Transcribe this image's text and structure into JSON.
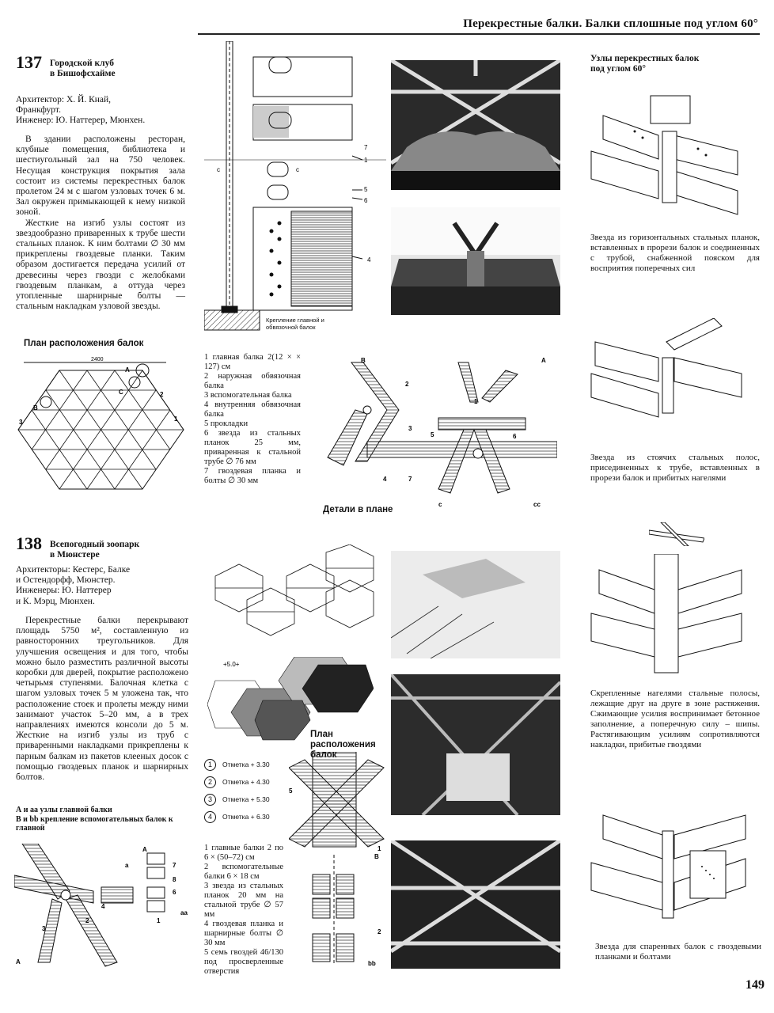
{
  "header": {
    "title": "Перекрестные балки. Балки сплошные под углом 60°"
  },
  "page_number": "149",
  "section137": {
    "number": "137",
    "title_l1": "Городской клуб",
    "title_l2": "в Бишофсхайме",
    "credits": [
      "Архитектор: Х. Й. Кнай,",
      "Франкфурт.",
      "Инженер: Ю. Наттерер, Мюнхен."
    ],
    "body": [
      "В здании расположены ресторан, клубные помещения, библиотека и шестиугольный зал на 750 человек. Несущая конструкция покрытия зала состоит из системы перекрестных балок пролетом 24 м с шагом узловых точек 6 м. Зал окружен примыкающей к нему низкой зоной.",
      "Жесткие на изгиб узлы состоят из звездообразно приваренных к трубе шести стальных планок. К ним болтами ∅ 30 мм прикреплены гвоздевые планки. Таким образом достигается передача усилий от древесины через гвозди с желобками гвоздевым планкам, а оттуда через утопленные шарнирные болты — стальным накладкам узловой звезды."
    ],
    "plan_caption": "План расположения балок",
    "plan_dim": "2400",
    "plan_labels": [
      "A",
      "B",
      "C",
      "1",
      "2",
      "3"
    ],
    "section_caption": "Крепление главной и обвязочной балок",
    "section_labels": [
      "1",
      "7",
      "5",
      "6",
      "4",
      "c",
      "c"
    ],
    "legend": [
      "1 главная балка 2(12 × × 127) см",
      "2 наружная обвязочная балка",
      "3 вспомогательная балка",
      "4 внутренняя обвязочная балка",
      "5 прокладки",
      "6 звезда из стальных планок 25 мм, приваренная к стальной трубе ∅ 76 мм",
      "7 гвоздевая планка и болты ∅ 30 мм"
    ],
    "details_caption": "Детали в плане",
    "details_labels": [
      "B",
      "A",
      "c",
      "cc",
      "1",
      "2",
      "3",
      "4",
      "5",
      "6",
      "7"
    ]
  },
  "section138": {
    "number": "138",
    "title_l1": "Всепогодный зоопарк",
    "title_l2": "в Мюнстере",
    "credits": [
      "Архитекторы: Кестерс, Балке",
      "и Остендорфф, Мюнстер.",
      "Инженеры: Ю. Наттерер",
      "и К. Мэрц, Мюнхен."
    ],
    "body": "Перекрестные балки перекрывают площадь 5750 м², составленную из равносторонних треугольников. Для улучшения освещения и для того, чтобы можно было разместить различной высоты коробки для дверей, покрытие расположено четырьмя ступенями. Балочная клетка с шагом узловых точек 5 м уложена так, что расположение стоек и пролеты между ними занимают участок 5–20 мм, а в трех направлениях имеются консоли до 5 м. Жесткие на изгиб узлы из труб с приваренными накладками прикреплены к парным балкам из пакетов клееных досок с помощью гвоздевых планок и шарнирных болтов.",
    "note": [
      "А и аа узлы главной балки",
      "В и bb крепление вспомогательных балок к главной"
    ],
    "plan_caption": "План расположения балок",
    "plan_mark": "+5.0+",
    "levels": [
      {
        "n": "1",
        "label": "Отметка + 3.30"
      },
      {
        "n": "2",
        "label": "Отметка + 4.30"
      },
      {
        "n": "3",
        "label": "Отметка + 5.30"
      },
      {
        "n": "4",
        "label": "Отметка + 6.30"
      }
    ],
    "legend": [
      "1 главные балки 2 по 6 × (50–72) см",
      "2 вспомогательные балки 6 × 18 см",
      "3 звезда из стальных планок 20 мм на стальной трубе ∅ 57 мм",
      "4 гвоздевая планка и шарнирные болты ∅ 30 мм",
      "5 семь гвоздей 46/130 под просверленные отверстия"
    ],
    "fig_labels": [
      "A",
      "aa",
      "bb",
      "B",
      "1",
      "2",
      "3",
      "4",
      "5",
      "6",
      "7",
      "8",
      "a"
    ]
  },
  "sidebar": {
    "title_l1": "Узлы перекрестных балок",
    "title_l2": "под углом 60°",
    "captions": [
      "Звезда из горизонтальных стальных планок, вставленных в прорези балок и соединенных с трубой, снабженной пояском для восприятия поперечных сил",
      "Звезда из стоячих стальных полос, присединенных к трубе, вставленных в прорези балок и прибитых нагелями",
      "Скрепленные нагелями стальные полосы, лежащие друг на друге в зоне растяжения. Сжимающие усилия воспринимает бетонное заполнение, а поперечную силу – шипы. Растягивающим усилиям сопротивляются накладки, прибитые гвоздями",
      "Звезда для спаренных балок с гвоздевыми планками и болтами"
    ]
  }
}
